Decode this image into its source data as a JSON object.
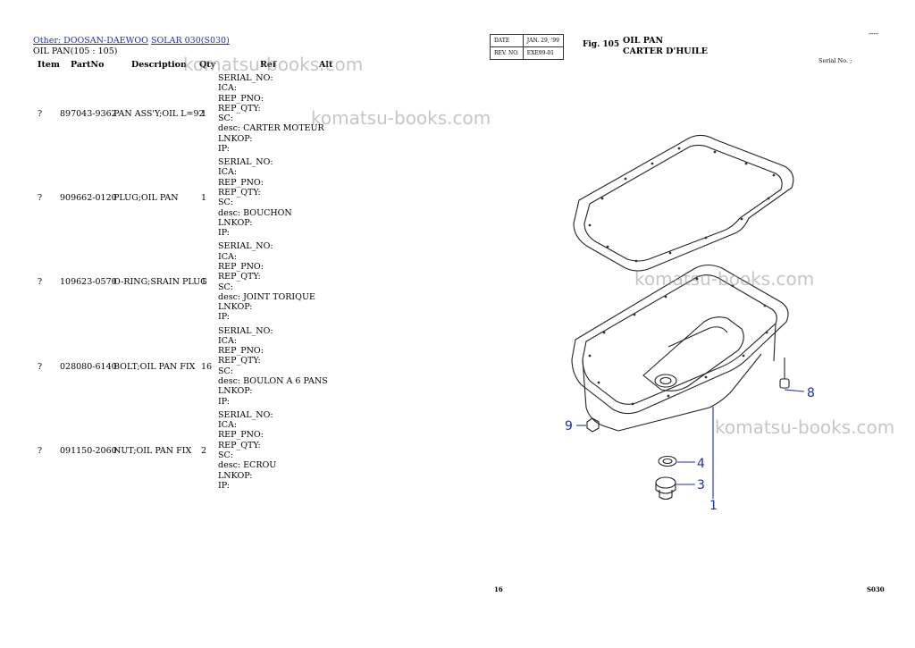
{
  "breadcrumb": {
    "category": "Other: DOOSAN-DAEWOO",
    "model": "SOLAR 030(S030)"
  },
  "subtitle": "OIL PAN(105 : 105)",
  "columns": {
    "item": "Item",
    "partno": "PartNo",
    "description": "Description",
    "qty": "Qty",
    "ref": "Ref",
    "alt": "Alt"
  },
  "parts": [
    {
      "item": "?",
      "partno": "897043-9362",
      "description": "PAN ASS'Y;OIL L=92",
      "qty": "1",
      "ref": [
        "SERIAL_NO:",
        "ICA:",
        "REP_PNO:",
        "REP_QTY:",
        "SC:",
        "desc: CARTER MOTEUR",
        "LNKOP:",
        "IP:"
      ]
    },
    {
      "item": "?",
      "partno": "909662-0120",
      "description": "PLUG;OIL PAN",
      "qty": "1",
      "ref": [
        "SERIAL_NO:",
        "ICA:",
        "REP_PNO:",
        "REP_QTY:",
        "SC:",
        "desc: BOUCHON",
        "LNKOP:",
        "IP:"
      ]
    },
    {
      "item": "?",
      "partno": "109623-0570",
      "description": "O-RING;SRAIN PLUG",
      "qty": "1",
      "ref": [
        "SERIAL_NO:",
        "ICA:",
        "REP_PNO:",
        "REP_QTY:",
        "SC:",
        "desc: JOINT TORIQUE",
        "LNKOP:",
        "IP:"
      ]
    },
    {
      "item": "?",
      "partno": "028080-6140",
      "description": "BOLT;OIL PAN FIX",
      "qty": "16",
      "ref": [
        "SERIAL_NO:",
        "ICA:",
        "REP_PNO:",
        "REP_QTY:",
        "SC:",
        "desc: BOULON A 6 PANS",
        "LNKOP:",
        "IP:"
      ]
    },
    {
      "item": "?",
      "partno": "091150-2060",
      "description": "NUT;OIL PAN FIX",
      "qty": "2",
      "ref": [
        "SERIAL_NO:",
        "ICA:",
        "REP_PNO:",
        "REP_QTY:",
        "SC:",
        "desc: ECROU",
        "LNKOP:",
        "IP:"
      ]
    }
  ],
  "watermark_text": "komatsu-books.com",
  "drawing": {
    "stamp": {
      "date_label": "DATE",
      "date_value": "JAN. 29, '99",
      "rev_label": "REV. NO.",
      "rev_value": "EXE99-01"
    },
    "fig_label": "Fig. 105",
    "title_en": "OIL PAN",
    "title_fr": "CARTER D'HUILE",
    "serial_label": "Serial No. ;",
    "dashes": "----",
    "page_number": "16",
    "model_code": "S030",
    "callouts": [
      "8",
      "9",
      "4",
      "3",
      "1"
    ]
  }
}
